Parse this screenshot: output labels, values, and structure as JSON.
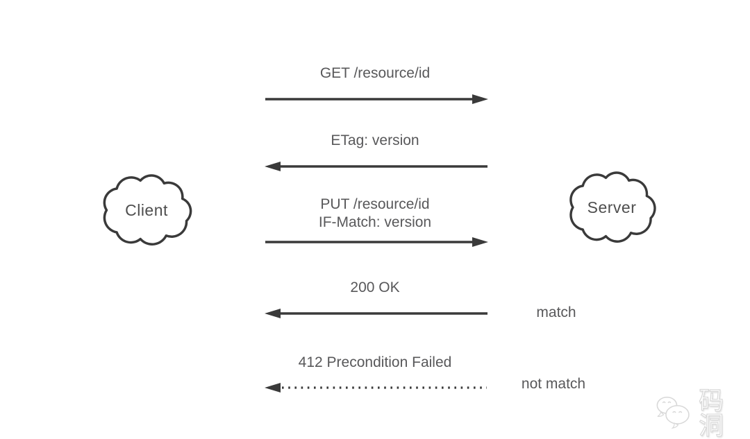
{
  "colors": {
    "background": "#ffffff",
    "line": "#3a3a3a",
    "text": "#58585a",
    "watermark": "#d8d8d8"
  },
  "nodes": {
    "client": {
      "label": "Client",
      "shape": "cloud"
    },
    "server": {
      "label": "Server",
      "shape": "cloud"
    }
  },
  "messages": [
    {
      "lines": [
        "GET /resource/id"
      ],
      "from": "client",
      "to": "server",
      "style": "solid",
      "note": ""
    },
    {
      "lines": [
        "ETag: version"
      ],
      "from": "server",
      "to": "client",
      "style": "solid",
      "note": ""
    },
    {
      "lines": [
        "PUT /resource/id",
        "IF-Match: version"
      ],
      "from": "client",
      "to": "server",
      "style": "solid",
      "note": ""
    },
    {
      "lines": [
        "200 OK"
      ],
      "from": "server",
      "to": "client",
      "style": "solid",
      "note": "match"
    },
    {
      "lines": [
        "412 Precondition Failed"
      ],
      "from": "server",
      "to": "client",
      "style": "dotted",
      "note": "not match"
    }
  ],
  "watermark": {
    "icon": "wechat-icon",
    "text": "码洞"
  }
}
